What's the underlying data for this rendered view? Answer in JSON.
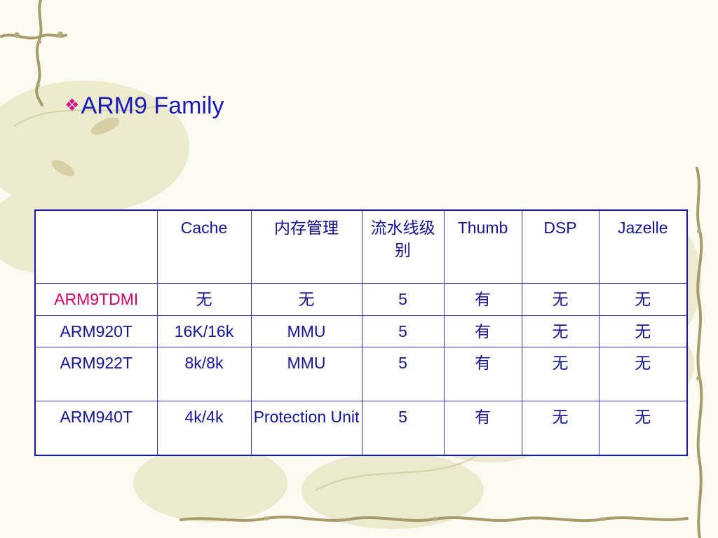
{
  "slide": {
    "title": "ARM9 Family",
    "bullet_glyph": "❖",
    "colors": {
      "title": "#1a1ab8",
      "bullet": "#cc1a8a",
      "table_text": "#141495",
      "highlight": "#d4006a",
      "table_border": "#1616c8"
    }
  },
  "table": {
    "headers": [
      "",
      "Cache",
      "内存管理",
      "流水线级别",
      "Thumb",
      "DSP",
      "Jazelle"
    ],
    "rows": [
      [
        "ARM9TDMI",
        "无",
        "无",
        "5",
        "有",
        "无",
        "无"
      ],
      [
        "ARM920T",
        "16K/16k",
        "MMU",
        "5",
        "有",
        "无",
        "无"
      ],
      [
        "ARM922T",
        "8k/8k",
        "MMU",
        "5",
        "有",
        "无",
        "无"
      ],
      [
        "ARM940T",
        "4k/4k",
        "Protection Unit",
        "5",
        "有",
        "无",
        "无"
      ]
    ]
  }
}
